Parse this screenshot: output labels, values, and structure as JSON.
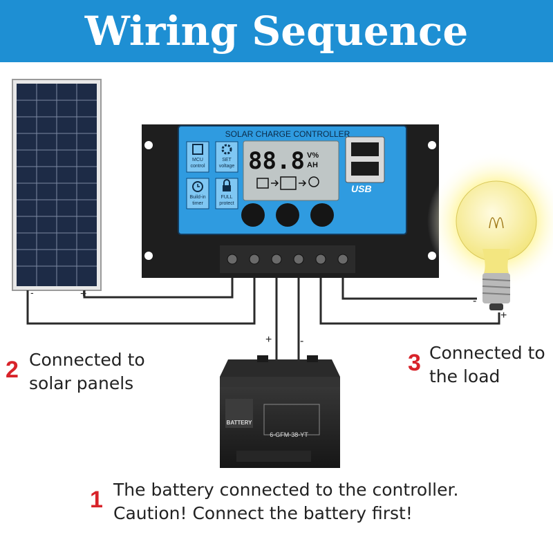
{
  "title": "Wiring Sequence",
  "controller": {
    "label": "SOLAR CHARGE CONTROLLER",
    "display_digits": "88.8",
    "display_units_top": "V%",
    "display_units_bottom": "AH",
    "usb_label": "USB",
    "features": [
      {
        "icon": "chip-icon",
        "line1": "MCU",
        "line2": "control"
      },
      {
        "icon": "gear-icon",
        "line1": "SET",
        "line2": "voltage"
      },
      {
        "icon": "clock-icon",
        "line1": "Build-in",
        "line2": "timer"
      },
      {
        "icon": "lock-icon",
        "line1": "FULL",
        "line2": "protect"
      }
    ]
  },
  "battery": {
    "brand": "BATTERY",
    "model": "6-GFM-38-YT"
  },
  "polarity": {
    "panel_neg": "-",
    "panel_pos": "+",
    "battery_pos": "+",
    "battery_neg": "-",
    "load_neg": "-",
    "load_pos": "+"
  },
  "steps": [
    {
      "number": "1",
      "lines": [
        "The battery connected to the controller.",
        "Caution! Connect the battery first!"
      ]
    },
    {
      "number": "2",
      "lines": [
        "Connected to",
        "solar panels"
      ]
    },
    {
      "number": "3",
      "lines": [
        "Connected to",
        "the load"
      ]
    }
  ],
  "colors": {
    "title_bg": "#1e8fd3",
    "controller_face": "#2f9be0",
    "step_number": "#d8232a",
    "bulb_glow": "#fff59a"
  }
}
